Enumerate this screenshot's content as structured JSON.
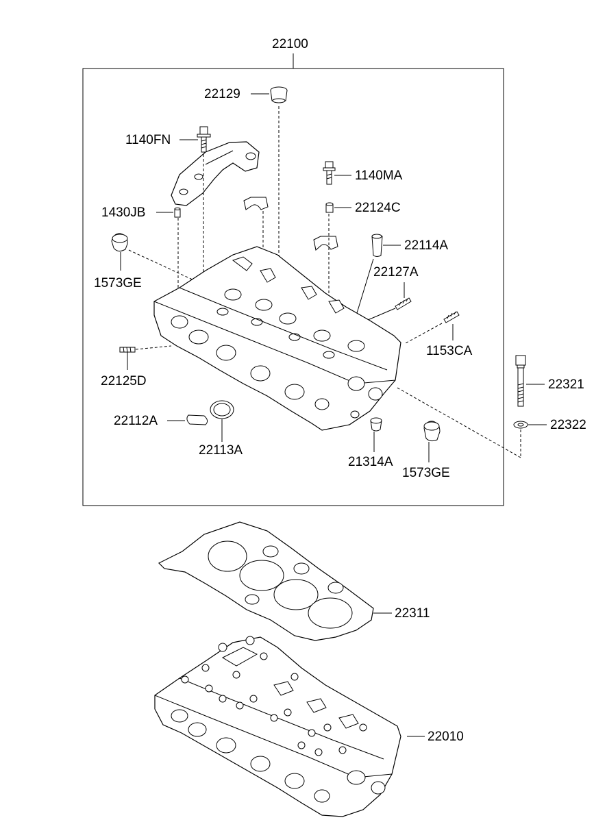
{
  "parts": {
    "assembly": "22100",
    "plug": "22129",
    "bolt_fn": "1140FN",
    "bolt_ma": "1140MA",
    "dowel_c": "22124C",
    "dowel_jb": "1430JB",
    "tube": "22114A",
    "cap_ge_left": "1573GE",
    "stud_a": "22127A",
    "stud_ca": "1153CA",
    "stud_d": "22125D",
    "bolt_head": "22321",
    "washer": "22322",
    "seal_a": "22112A",
    "ring_a": "22113A",
    "sleeve": "21314A",
    "cap_ge_right": "1573GE",
    "gasket": "22311",
    "head_sub": "22010"
  }
}
